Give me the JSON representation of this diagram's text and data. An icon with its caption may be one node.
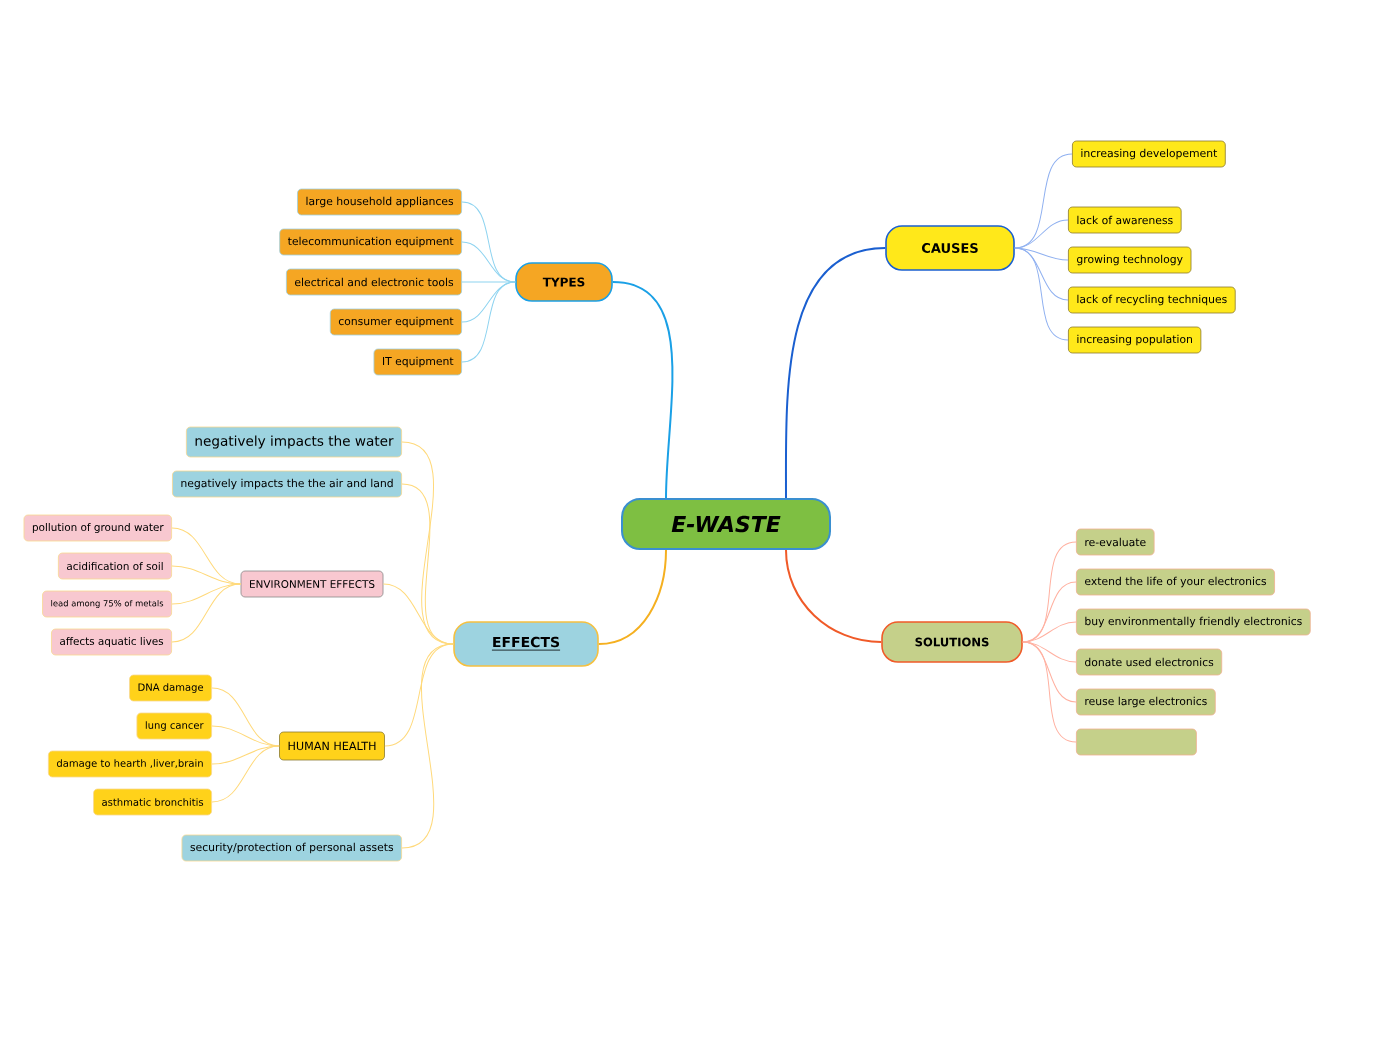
{
  "diagram": {
    "nodes": [
      {
        "text": [
          "E-WASTE"
        ]
      },
      {
        "text": [
          "TYPES"
        ]
      },
      {
        "text": [
          "large household appliances"
        ]
      },
      {
        "text": [
          "telecommunication equipment"
        ]
      },
      {
        "text": [
          "electrical and electronic tools"
        ]
      },
      {
        "text": [
          "consumer equipment"
        ]
      },
      {
        "text": [
          "IT equipment"
        ]
      },
      {
        "text": [
          "CAUSES"
        ]
      },
      {
        "text": [
          "increasing developement"
        ]
      },
      {
        "text": [
          "lack of awareness"
        ]
      },
      {
        "text": [
          "growing technology"
        ]
      },
      {
        "text": [
          "lack of recycling techniques"
        ]
      },
      {
        "text": [
          "increasing population"
        ]
      },
      {
        "text": [
          "EFFECTS"
        ]
      },
      {
        "text": [
          "negatively impacts the water"
        ]
      },
      {
        "text": [
          "negatively impacts the the air and land"
        ]
      },
      {
        "text": [
          "ENVIRONMENT EFFECTS"
        ]
      },
      {
        "text": [
          "pollution of ground water"
        ]
      },
      {
        "text": [
          "acidification of soil"
        ]
      },
      {
        "text": [
          "lead among 75% of metals"
        ]
      },
      {
        "text": [
          "affects aquatic lives"
        ]
      },
      {
        "text": [
          "HUMAN HEALTH"
        ]
      },
      {
        "text": [
          "DNA damage"
        ]
      },
      {
        "text": [
          "lung cancer"
        ]
      },
      {
        "text": [
          "damage to hearth ,liver,brain"
        ]
      },
      {
        "text": [
          "asthmatic bronchitis"
        ]
      },
      {
        "text": [
          "security/protection of personal assets"
        ]
      },
      {
        "text": [
          "SOLUTIONS"
        ]
      },
      {
        "text": [
          "re-evaluate"
        ]
      },
      {
        "text": [
          "extend the life of your electronics"
        ]
      },
      {
        "text": [
          "buy environmentally friendly electronics"
        ]
      },
      {
        "text": [
          "donate used electronics"
        ]
      },
      {
        "text": [
          "reuse large electronics"
        ]
      },
      {
        "text": [],
        "shape": "box"
      }
    ],
    "edges": [
      {
        "from": 0,
        "to": 1,
        "arrow": "none",
        "color": "#1aa0e6"
      },
      {
        "from": 1,
        "to": 2,
        "arrow": "none",
        "color": "#8dd3f0"
      },
      {
        "from": 1,
        "to": 3,
        "arrow": "none",
        "color": "#8dd3f0"
      },
      {
        "from": 1,
        "to": 4,
        "arrow": "none",
        "color": "#8dd3f0"
      },
      {
        "from": 1,
        "to": 5,
        "arrow": "none",
        "color": "#8dd3f0"
      },
      {
        "from": 1,
        "to": 6,
        "arrow": "none",
        "color": "#8dd3f0"
      },
      {
        "from": 0,
        "to": 7,
        "arrow": "none",
        "color": "#1a5fd0"
      },
      {
        "from": 7,
        "to": 8,
        "arrow": "none",
        "color": "#8fb0f0"
      },
      {
        "from": 7,
        "to": 9,
        "arrow": "none",
        "color": "#8fb0f0"
      },
      {
        "from": 7,
        "to": 10,
        "arrow": "none",
        "color": "#8fb0f0"
      },
      {
        "from": 7,
        "to": 11,
        "arrow": "none",
        "color": "#8fb0f0"
      },
      {
        "from": 7,
        "to": 12,
        "arrow": "none",
        "color": "#8fb0f0"
      },
      {
        "from": 0,
        "to": 13,
        "arrow": "none",
        "color": "#f5b020"
      },
      {
        "from": 13,
        "to": 14,
        "arrow": "none",
        "color": "#ffd97a"
      },
      {
        "from": 13,
        "to": 15,
        "arrow": "none",
        "color": "#ffd97a"
      },
      {
        "from": 13,
        "to": 16,
        "arrow": "none",
        "color": "#ffd97a"
      },
      {
        "from": 16,
        "to": 17,
        "arrow": "none",
        "color": "#ffd97a"
      },
      {
        "from": 16,
        "to": 18,
        "arrow": "none",
        "color": "#ffd97a"
      },
      {
        "from": 16,
        "to": 19,
        "arrow": "none",
        "color": "#ffd97a"
      },
      {
        "from": 16,
        "to": 20,
        "arrow": "none",
        "color": "#ffd97a"
      },
      {
        "from": 13,
        "to": 21,
        "arrow": "none",
        "color": "#ffd97a"
      },
      {
        "from": 21,
        "to": 22,
        "arrow": "none",
        "color": "#ffd97a"
      },
      {
        "from": 21,
        "to": 23,
        "arrow": "none",
        "color": "#ffd97a"
      },
      {
        "from": 21,
        "to": 24,
        "arrow": "none",
        "color": "#ffd97a"
      },
      {
        "from": 21,
        "to": 25,
        "arrow": "none",
        "color": "#ffd97a"
      },
      {
        "from": 13,
        "to": 26,
        "arrow": "none",
        "color": "#ffd97a"
      },
      {
        "from": 0,
        "to": 27,
        "arrow": "none",
        "color": "#f05a28"
      },
      {
        "from": 27,
        "to": 28,
        "arrow": "none",
        "color": "#ffb0a0"
      },
      {
        "from": 27,
        "to": 29,
        "arrow": "none",
        "color": "#ffb0a0"
      },
      {
        "from": 27,
        "to": 30,
        "arrow": "none",
        "color": "#ffb0a0"
      },
      {
        "from": 27,
        "to": 31,
        "arrow": "none",
        "color": "#ffb0a0"
      },
      {
        "from": 27,
        "to": 32,
        "arrow": "none",
        "color": "#ffb0a0"
      },
      {
        "from": 27,
        "to": 33,
        "arrow": "none",
        "color": "#ffb0a0"
      }
    ]
  }
}
